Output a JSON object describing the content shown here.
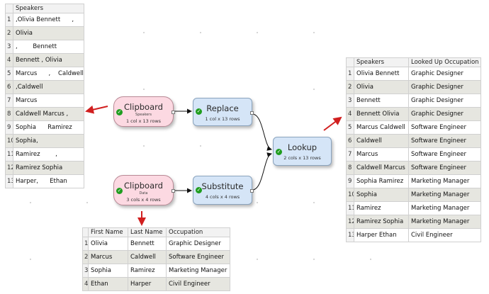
{
  "speakers_table": {
    "header": "Speakers",
    "rows": [
      {
        "n": "1",
        "v": ",Olivia Bennett      ,"
      },
      {
        "n": "2",
        "v": "Olivia"
      },
      {
        "n": "3",
        "v": ",        Bennett"
      },
      {
        "n": "4",
        "v": "Bennett , Olivia"
      },
      {
        "n": "5",
        "v": "Marcus      ,    Caldwell"
      },
      {
        "n": "6",
        "v": ",Caldwell"
      },
      {
        "n": "7",
        "v": "Marcus"
      },
      {
        "n": "8",
        "v": "Caldwell Marcus ,"
      },
      {
        "n": "9",
        "v": "Sophia      Ramirez"
      },
      {
        "n": "10",
        "v": "Sophia,"
      },
      {
        "n": "11",
        "v": "Ramirez        ,"
      },
      {
        "n": "12",
        "v": "Ramirez Sophia"
      },
      {
        "n": "13",
        "v": "Harper,      Ethan"
      }
    ]
  },
  "data_table": {
    "headers": [
      "First Name",
      "Last Name",
      "Occupation"
    ],
    "rows": [
      {
        "n": "1",
        "first": "Olivia",
        "last": "Bennett",
        "occ": "Graphic Designer"
      },
      {
        "n": "2",
        "first": "Marcus",
        "last": "Caldwell",
        "occ": "Software Engineer"
      },
      {
        "n": "3",
        "first": "Sophia",
        "last": "Ramirez",
        "occ": "Marketing Manager"
      },
      {
        "n": "4",
        "first": "Ethan",
        "last": "Harper",
        "occ": "Civil Engineer"
      }
    ]
  },
  "result_table": {
    "headers": [
      "Speakers",
      "Looked Up Occupation"
    ],
    "rows": [
      {
        "n": "1",
        "speaker": "Olivia Bennett",
        "occ": "Graphic Designer"
      },
      {
        "n": "2",
        "speaker": "Olivia",
        "occ": "Graphic Designer"
      },
      {
        "n": "3",
        "speaker": "Bennett",
        "occ": "Graphic Designer"
      },
      {
        "n": "4",
        "speaker": "Bennett Olivia",
        "occ": "Graphic Designer"
      },
      {
        "n": "5",
        "speaker": "Marcus Caldwell",
        "occ": "Software Engineer"
      },
      {
        "n": "6",
        "speaker": "Caldwell",
        "occ": "Software Engineer"
      },
      {
        "n": "7",
        "speaker": "Marcus",
        "occ": "Software Engineer"
      },
      {
        "n": "8",
        "speaker": "Caldwell Marcus",
        "occ": "Software Engineer"
      },
      {
        "n": "9",
        "speaker": "Sophia Ramirez",
        "occ": "Marketing Manager"
      },
      {
        "n": "10",
        "speaker": "Sophia",
        "occ": "Marketing Manager"
      },
      {
        "n": "11",
        "speaker": "Ramirez",
        "occ": "Marketing Manager"
      },
      {
        "n": "12",
        "speaker": "Ramirez Sophia",
        "occ": "Marketing Manager"
      },
      {
        "n": "13",
        "speaker": "Harper Ethan",
        "occ": "Civil Engineer"
      }
    ]
  },
  "nodes": {
    "clipboard_speakers": {
      "title": "Clipboard",
      "sub": "Speakers",
      "meta": "1 col x 13 rows",
      "status_icon": "check-circle-icon"
    },
    "clipboard_data": {
      "title": "Clipboard",
      "sub": "Data",
      "meta": "3 cols x 4 rows",
      "status_icon": "check-circle-icon"
    },
    "replace": {
      "title": "Replace",
      "meta": "1 col x 13 rows",
      "status_icon": "check-circle-icon"
    },
    "substitute": {
      "title": "Substitute",
      "meta": "4 cols x 4 rows",
      "status_icon": "check-circle-icon"
    },
    "lookup": {
      "title": "Lookup",
      "meta": "2 cols x 13 rows",
      "status_icon": "check-circle-icon"
    }
  },
  "colors": {
    "clipboard_fill": "#fcd9e2",
    "process_fill": "#d5e5f7",
    "arrow_red": "#d11f1f",
    "status_green": "#1f9d1f",
    "row_alt": "#e6e6e0"
  }
}
